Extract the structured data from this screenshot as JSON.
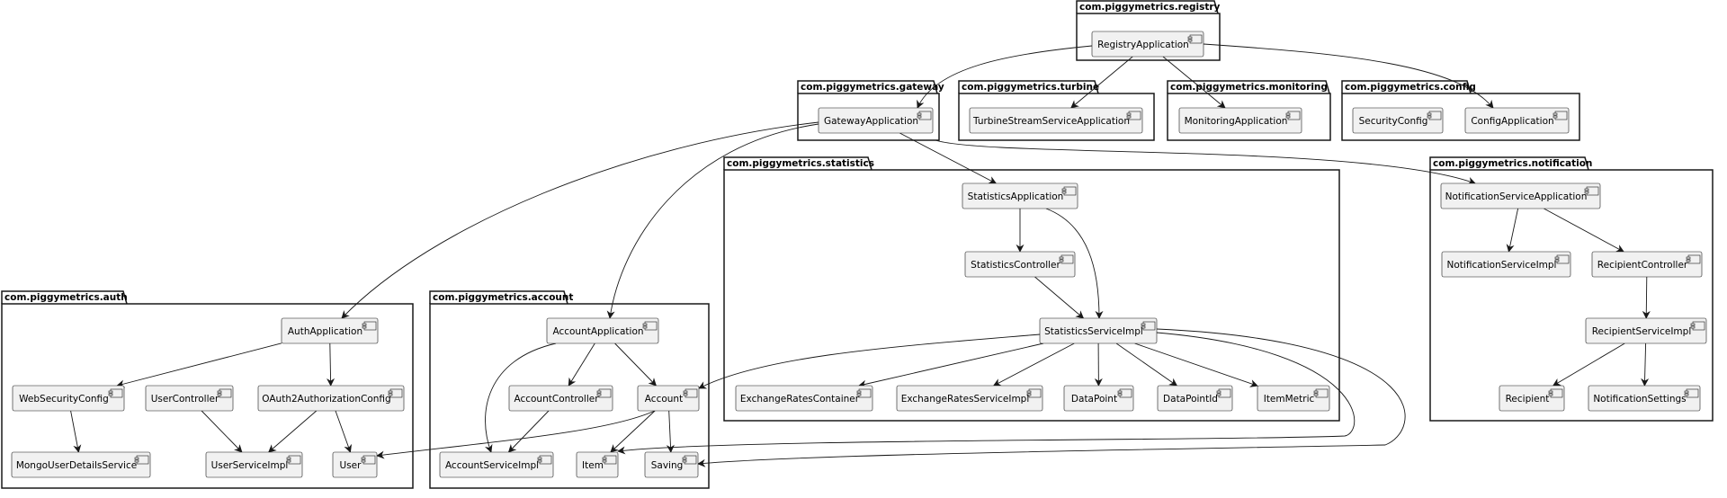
{
  "packages": [
    {
      "id": "registry",
      "name": "com.piggymetrics.registry"
    },
    {
      "id": "gateway",
      "name": "com.piggymetrics.gateway"
    },
    {
      "id": "turbine",
      "name": "com.piggymetrics.turbine"
    },
    {
      "id": "monitoring",
      "name": "com.piggymetrics.monitoring"
    },
    {
      "id": "config",
      "name": "com.piggymetrics.config"
    },
    {
      "id": "statistics",
      "name": "com.piggymetrics.statistics"
    },
    {
      "id": "notification",
      "name": "com.piggymetrics.notification"
    },
    {
      "id": "auth",
      "name": "com.piggymetrics.auth"
    },
    {
      "id": "account",
      "name": "com.piggymetrics.account"
    }
  ],
  "components": [
    {
      "id": "RegistryApplication",
      "label": "RegistryApplication"
    },
    {
      "id": "GatewayApplication",
      "label": "GatewayApplication"
    },
    {
      "id": "TurbineStreamServiceApplication",
      "label": "TurbineStreamServiceApplication"
    },
    {
      "id": "MonitoringApplication",
      "label": "MonitoringApplication"
    },
    {
      "id": "SecurityConfig",
      "label": "SecurityConfig"
    },
    {
      "id": "ConfigApplication",
      "label": "ConfigApplication"
    },
    {
      "id": "StatisticsApplication",
      "label": "StatisticsApplication"
    },
    {
      "id": "StatisticsController",
      "label": "StatisticsController"
    },
    {
      "id": "StatisticsServiceImpl",
      "label": "StatisticsServiceImpl"
    },
    {
      "id": "ExchangeRatesContainer",
      "label": "ExchangeRatesContainer"
    },
    {
      "id": "ExchangeRatesServiceImpl",
      "label": "ExchangeRatesServiceImpl"
    },
    {
      "id": "DataPoint",
      "label": "DataPoint"
    },
    {
      "id": "DataPointId",
      "label": "DataPointId"
    },
    {
      "id": "ItemMetric",
      "label": "ItemMetric"
    },
    {
      "id": "NotificationServiceApplication",
      "label": "NotificationServiceApplication"
    },
    {
      "id": "NotificationServiceImpl",
      "label": "NotificationServiceImpl"
    },
    {
      "id": "RecipientController",
      "label": "RecipientController"
    },
    {
      "id": "RecipientServiceImpl",
      "label": "RecipientServiceImpl"
    },
    {
      "id": "Recipient",
      "label": "Recipient"
    },
    {
      "id": "NotificationSettings",
      "label": "NotificationSettings"
    },
    {
      "id": "AuthApplication",
      "label": "AuthApplication"
    },
    {
      "id": "WebSecurityConfig",
      "label": "WebSecurityConfig"
    },
    {
      "id": "UserController",
      "label": "UserController"
    },
    {
      "id": "OAuth2AuthorizationConfig",
      "label": "OAuth2AuthorizationConfig"
    },
    {
      "id": "MongoUserDetailsService",
      "label": "MongoUserDetailsService"
    },
    {
      "id": "UserServiceImpl",
      "label": "UserServiceImpl"
    },
    {
      "id": "User",
      "label": "User"
    },
    {
      "id": "AccountApplication",
      "label": "AccountApplication"
    },
    {
      "id": "AccountController",
      "label": "AccountController"
    },
    {
      "id": "Account",
      "label": "Account"
    },
    {
      "id": "AccountServiceImpl",
      "label": "AccountServiceImpl"
    },
    {
      "id": "Item",
      "label": "Item"
    },
    {
      "id": "Saving",
      "label": "Saving"
    }
  ],
  "edges": [
    {
      "from": "RegistryApplication",
      "to": "GatewayApplication"
    },
    {
      "from": "RegistryApplication",
      "to": "TurbineStreamServiceApplication"
    },
    {
      "from": "RegistryApplication",
      "to": "MonitoringApplication"
    },
    {
      "from": "RegistryApplication",
      "to": "ConfigApplication"
    },
    {
      "from": "GatewayApplication",
      "to": "AuthApplication"
    },
    {
      "from": "GatewayApplication",
      "to": "AccountApplication"
    },
    {
      "from": "GatewayApplication",
      "to": "StatisticsApplication"
    },
    {
      "from": "GatewayApplication",
      "to": "NotificationServiceApplication"
    },
    {
      "from": "StatisticsApplication",
      "to": "StatisticsController"
    },
    {
      "from": "StatisticsApplication",
      "to": "StatisticsServiceImpl"
    },
    {
      "from": "StatisticsController",
      "to": "StatisticsServiceImpl"
    },
    {
      "from": "StatisticsServiceImpl",
      "to": "ExchangeRatesContainer"
    },
    {
      "from": "StatisticsServiceImpl",
      "to": "ExchangeRatesServiceImpl"
    },
    {
      "from": "StatisticsServiceImpl",
      "to": "DataPoint"
    },
    {
      "from": "StatisticsServiceImpl",
      "to": "DataPointId"
    },
    {
      "from": "StatisticsServiceImpl",
      "to": "ItemMetric"
    },
    {
      "from": "StatisticsServiceImpl",
      "to": "Account"
    },
    {
      "from": "StatisticsServiceImpl",
      "to": "Item"
    },
    {
      "from": "StatisticsServiceImpl",
      "to": "Saving"
    },
    {
      "from": "NotificationServiceApplication",
      "to": "NotificationServiceImpl"
    },
    {
      "from": "NotificationServiceApplication",
      "to": "RecipientController"
    },
    {
      "from": "RecipientController",
      "to": "RecipientServiceImpl"
    },
    {
      "from": "RecipientServiceImpl",
      "to": "Recipient"
    },
    {
      "from": "RecipientServiceImpl",
      "to": "NotificationSettings"
    },
    {
      "from": "AuthApplication",
      "to": "WebSecurityConfig"
    },
    {
      "from": "AuthApplication",
      "to": "OAuth2AuthorizationConfig"
    },
    {
      "from": "WebSecurityConfig",
      "to": "MongoUserDetailsService"
    },
    {
      "from": "UserController",
      "to": "UserServiceImpl"
    },
    {
      "from": "OAuth2AuthorizationConfig",
      "to": "UserServiceImpl"
    },
    {
      "from": "OAuth2AuthorizationConfig",
      "to": "User"
    },
    {
      "from": "AccountApplication",
      "to": "AccountController"
    },
    {
      "from": "AccountApplication",
      "to": "Account"
    },
    {
      "from": "AccountApplication",
      "to": "AccountServiceImpl"
    },
    {
      "from": "AccountController",
      "to": "AccountServiceImpl"
    },
    {
      "from": "Account",
      "to": "User"
    },
    {
      "from": "Account",
      "to": "Item"
    },
    {
      "from": "Account",
      "to": "Saving"
    }
  ],
  "colors": {
    "node_fill": "#f1f1f1",
    "stroke": "#181818",
    "background": "#ffffff"
  }
}
